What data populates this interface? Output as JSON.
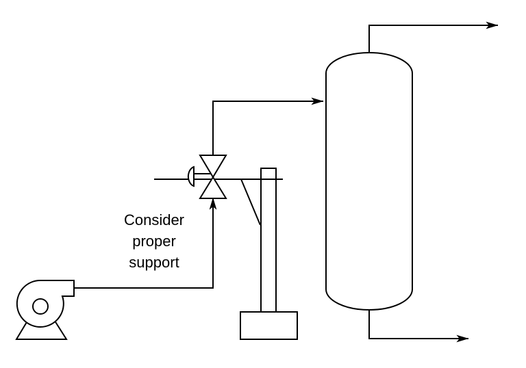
{
  "diagram": {
    "annotation": {
      "lines": [
        "Consider",
        "proper",
        "support"
      ]
    },
    "colors": {
      "stroke": "#000000",
      "fill": "#ffffff",
      "background": "#ffffff"
    }
  }
}
